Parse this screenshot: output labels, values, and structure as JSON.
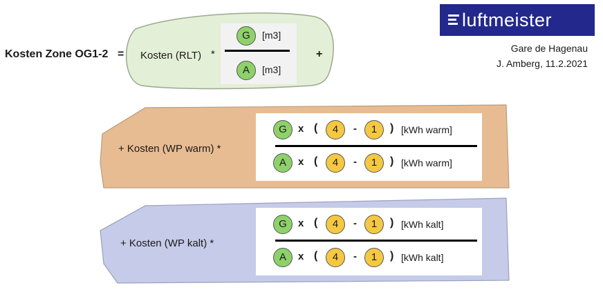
{
  "header": {
    "title": "Kosten Zone OG1-2",
    "equals": "=",
    "plus": "+"
  },
  "logo": {
    "text": "luftmeister"
  },
  "meta": {
    "location": "Gare de Hagenau",
    "author_date": "J. Amberg, 11.2.2021"
  },
  "colors": {
    "rlt_shape": "#e3efd6",
    "warm_shape": "#e8bc92",
    "kalt_shape": "#c5cbe8",
    "logo_bg": "#22288c",
    "circle_green": "#8ed16a",
    "circle_yellow": "#f5c842"
  },
  "rlt": {
    "label": "Kosten (RLT)",
    "times": "*",
    "num": {
      "symbol": "G",
      "unit": "[m3]"
    },
    "den": {
      "symbol": "A",
      "unit": "[m3]"
    }
  },
  "warm": {
    "label": "+ Kosten (WP warm) *",
    "num": {
      "first": "G",
      "x": "x",
      "open": "(",
      "a": "4",
      "minus": "-",
      "b": "1",
      "close": ")",
      "unit": "[kWh warm]"
    },
    "den": {
      "first": "A",
      "x": "x",
      "open": "(",
      "a": "4",
      "minus": "-",
      "b": "1",
      "close": ")",
      "unit": "[kWh warm]"
    }
  },
  "kalt": {
    "label": "+ Kosten (WP kalt) *",
    "num": {
      "first": "G",
      "x": "x",
      "open": "(",
      "a": "4",
      "minus": "-",
      "b": "1",
      "close": ")",
      "unit": "[kWh kalt]"
    },
    "den": {
      "first": "A",
      "x": "x",
      "open": "(",
      "a": "4",
      "minus": "-",
      "b": "1",
      "close": ")",
      "unit": "[kWh kalt]"
    }
  }
}
